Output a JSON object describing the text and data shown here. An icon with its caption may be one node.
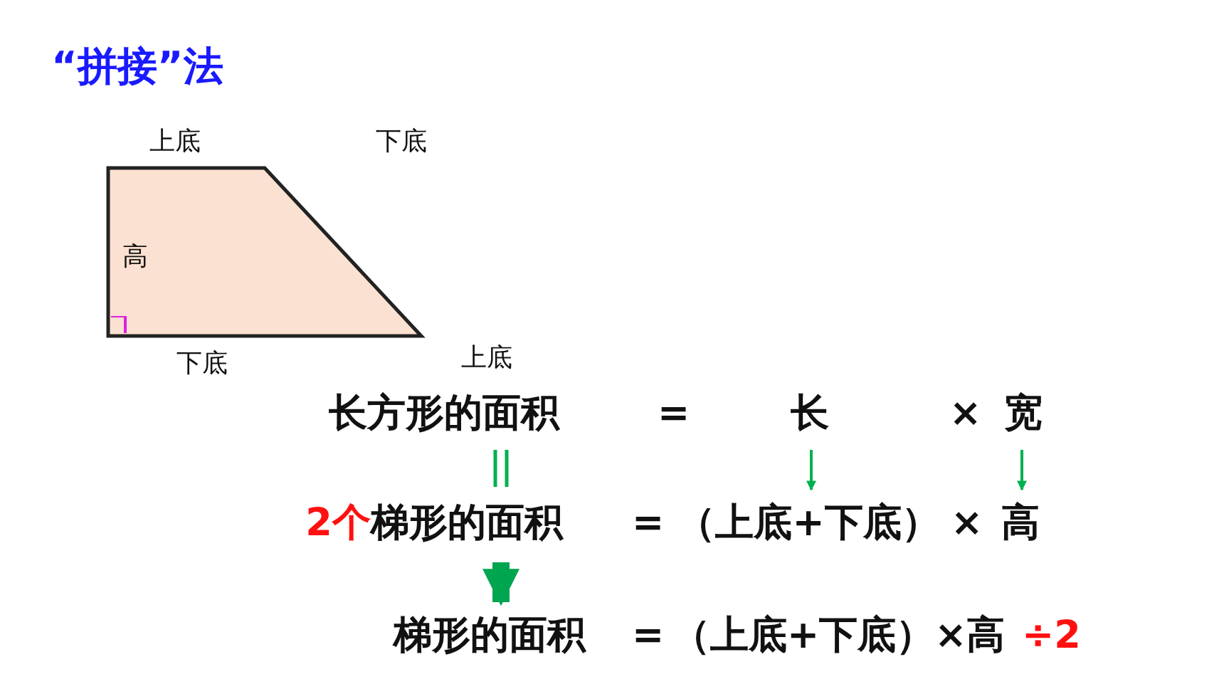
{
  "diagram": {
    "title": "“拼接”法",
    "nodes": [
      {
        "text": [
          "高"
        ],
        "beside": [
          "上底",
          "下底",
          "下底"
        ]
      },
      {
        "text": [
          "长方形的面积"
        ]
      },
      {
        "text": [
          "长"
        ]
      },
      {
        "text": [
          "宽"
        ]
      },
      {
        "text": [
          "2个",
          "梯形的面积"
        ]
      },
      {
        "text": [
          "（上底+下底）"
        ]
      },
      {
        "text": [
          "高"
        ]
      },
      {
        "text": [
          "梯形的面积"
        ]
      }
    ],
    "edges": [
      {
        "from": 1,
        "to": 4,
        "arrow": "none"
      },
      {
        "from": 2,
        "to": 5,
        "arrow": "to"
      },
      {
        "from": 3,
        "to": 6,
        "arrow": "to"
      },
      {
        "from": 4,
        "to": 7,
        "arrow": "to",
        "style": "thick"
      }
    ],
    "labels": [
      "上底",
      "=",
      "×",
      "=",
      "×",
      "=",
      "（上底+下底）×高",
      "÷2"
    ]
  }
}
